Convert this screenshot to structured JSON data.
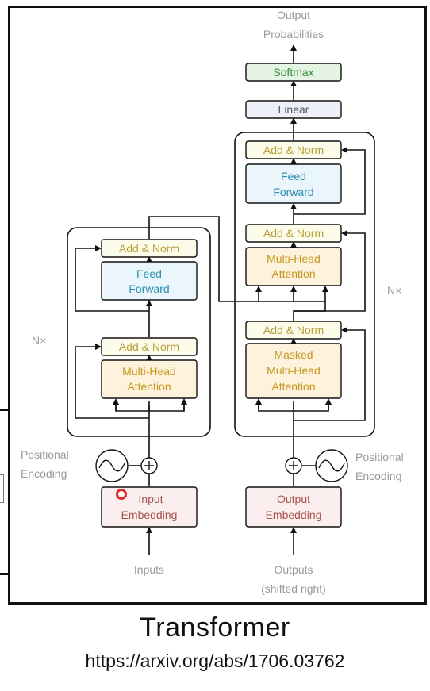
{
  "diagram": {
    "output_label": [
      "Output",
      "Probabilities"
    ],
    "softmax": "Softmax",
    "linear": "Linear",
    "add_norm": "Add & Norm",
    "feed_forward": [
      "Feed",
      "Forward"
    ],
    "multi_head_attention": [
      "Multi-Head",
      "Attention"
    ],
    "masked_multi_head_attention": [
      "Masked",
      "Multi-Head",
      "Attention"
    ],
    "nx": "N×",
    "positional_encoding": [
      "Positional",
      "Encoding"
    ],
    "input_embedding": [
      "Input",
      "Embedding"
    ],
    "output_embedding": [
      "Output",
      "Embedding"
    ],
    "inputs": "Inputs",
    "outputs": [
      "Outputs",
      "(shifted right)"
    ]
  },
  "caption": {
    "title": "Transformer",
    "link": "https://arxiv.org/abs/1706.03762"
  },
  "colors": {
    "add_norm": "#b5a13a",
    "feed_forward": "#2a8fb0",
    "attention": "#c8961e",
    "embedding": "#a8514a",
    "softmax": "#2f8f3a",
    "linear": "#555566",
    "labels": "#9a9a9a"
  }
}
